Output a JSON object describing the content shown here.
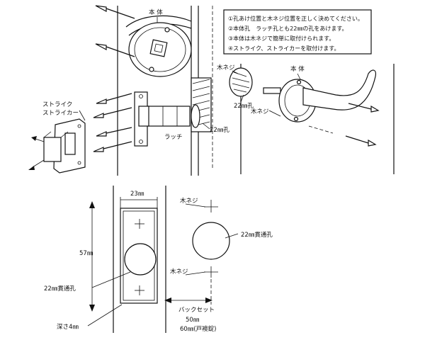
{
  "notes": {
    "items": [
      "①孔あけ位置と木ネジ位置を正しく決めてください。",
      "②本体孔　ラッチ孔とも22㎜の孔をあけます。",
      "③本体は木ネジで簡単に取付けられます。",
      "④ストライク、ストライカーを取付けます。"
    ]
  },
  "top_left": {
    "body_label": "本 体",
    "strike_label_1": "ストライク",
    "strike_label_2": "ストライカー",
    "latch_label": "ラッチ",
    "hole_label": "22㎜孔"
  },
  "top_right": {
    "screw_label_top": "木ネジ",
    "body_label": "本 体",
    "hole_label": "22㎜孔",
    "screw_label_bottom": "木ネジ"
  },
  "bottom": {
    "width_label": "23㎜",
    "height_label": "57㎜",
    "latch_hole_label": "22㎜貫通孔",
    "depth_label": "深さ4㎜",
    "screw_label_top": "木ネジ",
    "screw_label_bottom": "木ネジ",
    "body_hole_label": "22㎜貫通孔",
    "backset_label": "バックセット",
    "backset_value_1": "50㎜",
    "backset_value_2": "60㎜(戸襖錠)"
  }
}
